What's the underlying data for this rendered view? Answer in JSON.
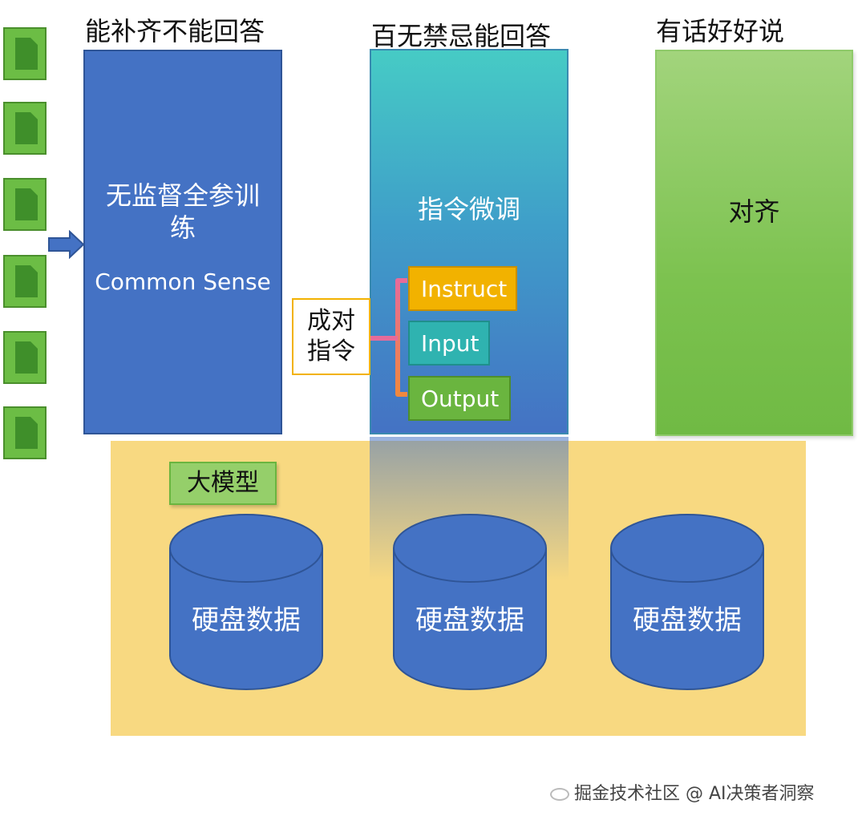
{
  "column_titles": {
    "pretrain": "能补齐不能回答",
    "instruct": "百无禁忌能回答",
    "align": "有话好好说"
  },
  "pretrain_box": {
    "line1": "无监督全参训",
    "line2": "练",
    "english": "Common Sense"
  },
  "instruct_box": {
    "label": "指令微调",
    "tags": [
      "Instruct",
      "Input",
      "Output"
    ]
  },
  "align_box": {
    "label": "对齐"
  },
  "pair_label": {
    "line1": "成对",
    "line2": "指令"
  },
  "model_label": "大模型",
  "cylinders": [
    "硬盘数据",
    "硬盘数据",
    "硬盘数据"
  ],
  "watermark": "掘金技术社区 @ AI决策者洞察",
  "colors": {
    "doc_green": "#6cbd45",
    "blue": "#4472c4",
    "teal": "#46cbc5",
    "yellow_band": "#f8d981",
    "instruct_tag": "#f2b200",
    "input_tag": "#2fb3b0",
    "output_tag": "#6ab53f",
    "bracket_pink": "#e76b9a",
    "bracket_orange": "#f0883e"
  },
  "icons": [
    "document-icon",
    "arrow-right-icon",
    "database-cylinder-icon"
  ]
}
